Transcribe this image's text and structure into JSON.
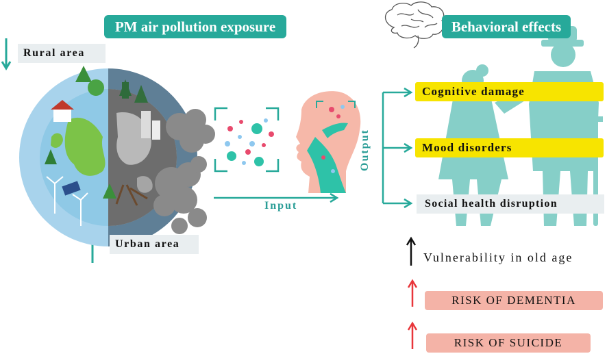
{
  "header": {
    "exposure_title": "PM air pollution exposure",
    "effects_title": "Behavioral effects"
  },
  "areas": {
    "rural": "Rural area",
    "urban": "Urban area"
  },
  "flow": {
    "input_label": "Input",
    "output_label": "Output"
  },
  "effects": {
    "items": [
      "Cognitive damage",
      "Mood disorders",
      "Social health disruption"
    ]
  },
  "risks": {
    "vulnerability": "Vulnerability in old age",
    "dementia": "RISK OF DEMENTIA",
    "suicide": "RISK OF SUICIDE"
  },
  "colors": {
    "teal": "#27a99a",
    "yellow": "#f7e400",
    "pink": "#f4b3a7",
    "red_arrow": "#e8353a",
    "silhouette": "#86cfc8"
  }
}
